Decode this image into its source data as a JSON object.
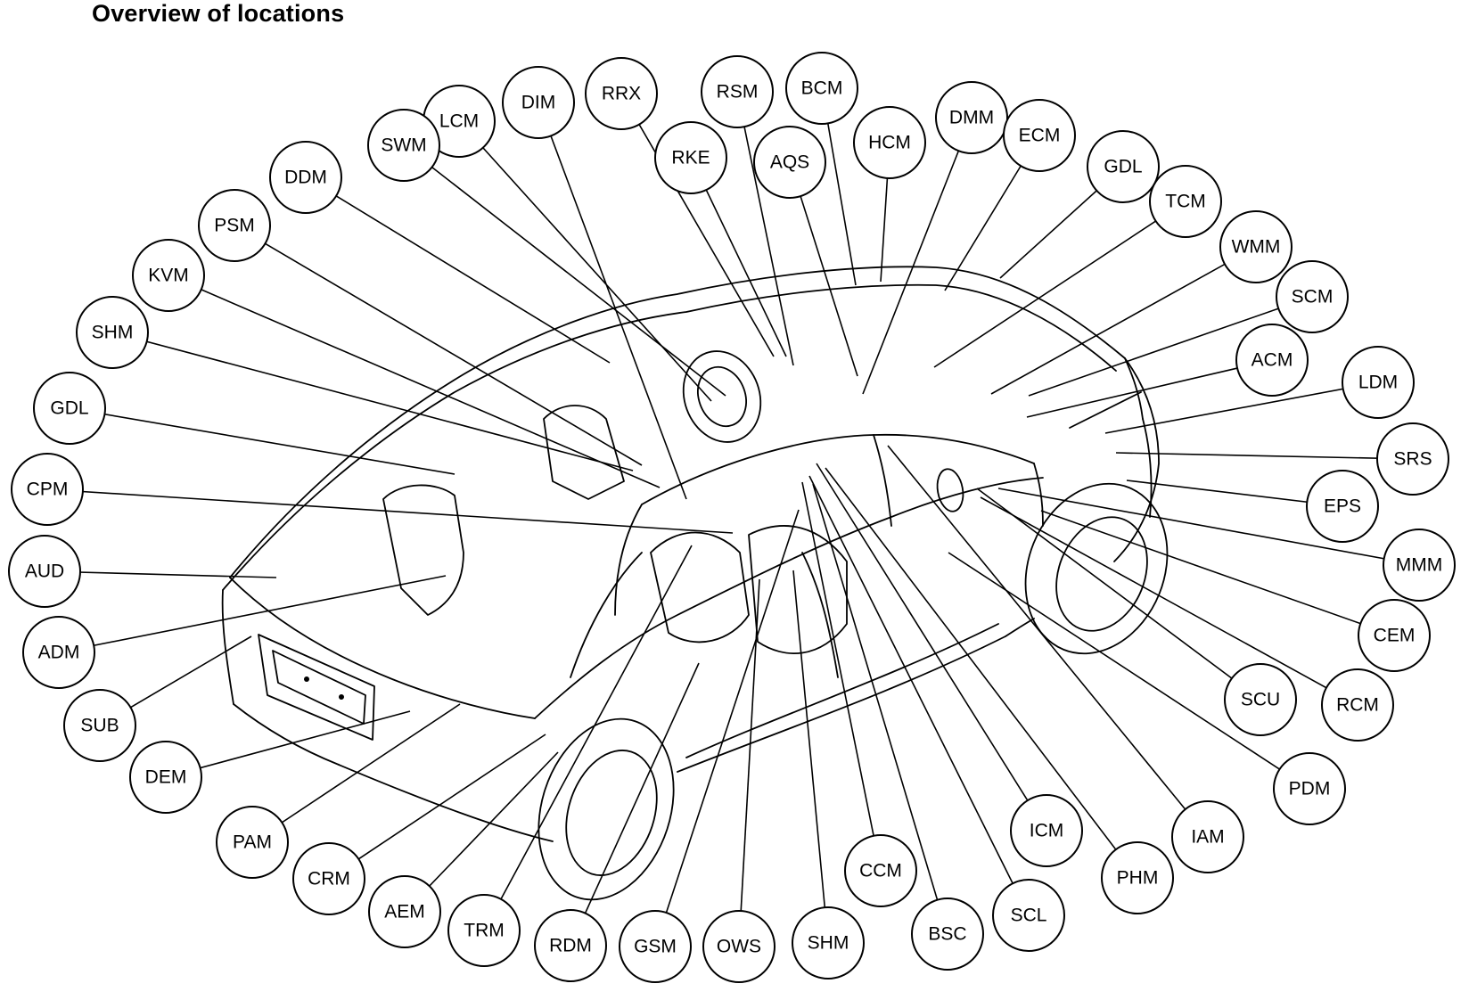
{
  "title": "Overview of locations",
  "modules": [
    {
      "code": "DIM"
    },
    {
      "code": "RRX"
    },
    {
      "code": "RSM"
    },
    {
      "code": "BCM"
    },
    {
      "code": "LCM"
    },
    {
      "code": "RKE"
    },
    {
      "code": "AQS"
    },
    {
      "code": "HCM"
    },
    {
      "code": "DMM"
    },
    {
      "code": "ECM"
    },
    {
      "code": "SWM"
    },
    {
      "code": "GDL"
    },
    {
      "code": "DDM"
    },
    {
      "code": "TCM"
    },
    {
      "code": "PSM"
    },
    {
      "code": "WMM"
    },
    {
      "code": "KVM"
    },
    {
      "code": "SCM"
    },
    {
      "code": "SHM"
    },
    {
      "code": "ACM"
    },
    {
      "code": "GDL"
    },
    {
      "code": "LDM"
    },
    {
      "code": "CPM"
    },
    {
      "code": "SRS"
    },
    {
      "code": "EPS"
    },
    {
      "code": "AUD"
    },
    {
      "code": "MMM"
    },
    {
      "code": "ADM"
    },
    {
      "code": "CEM"
    },
    {
      "code": "SUB"
    },
    {
      "code": "SCU"
    },
    {
      "code": "RCM"
    },
    {
      "code": "DEM"
    },
    {
      "code": "PDM"
    },
    {
      "code": "PAM"
    },
    {
      "code": "ICM"
    },
    {
      "code": "IAM"
    },
    {
      "code": "CRM"
    },
    {
      "code": "CCM"
    },
    {
      "code": "PHM"
    },
    {
      "code": "AEM"
    },
    {
      "code": "TRM"
    },
    {
      "code": "SCL"
    },
    {
      "code": "BSC"
    },
    {
      "code": "RDM"
    },
    {
      "code": "GSM"
    },
    {
      "code": "OWS"
    },
    {
      "code": "SHM"
    }
  ]
}
